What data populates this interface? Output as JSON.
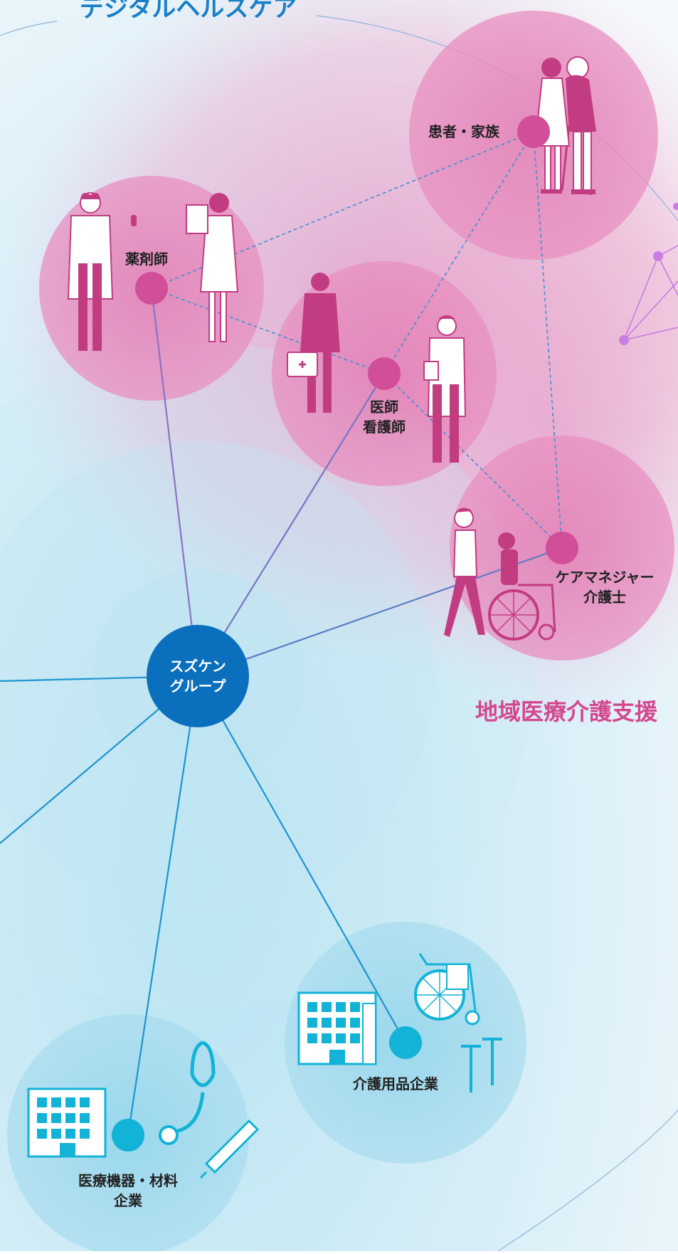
{
  "title": "デジタルヘルスケア",
  "section_label": "地域医療介護支援",
  "hub": {
    "line1": "スズケン",
    "line2": "グループ"
  },
  "nodes": {
    "patient": "患者・家族",
    "pharmacist": "薬剤師",
    "doctor_line1": "医師",
    "doctor_line2": "看護師",
    "caremanager_line1": "ケアマネジャー",
    "caremanager_line2": "介護士",
    "care_products": "介護用品企業",
    "medical_line1": "医療機器・材料",
    "medical_line2": "企業"
  },
  "colors": {
    "title": "#1a7fc6",
    "section": "#d4478e",
    "hub": "#0a6fbd",
    "pink_node": "#d04f98",
    "blue_node": "#12b3d6",
    "dashed_line": "#3f8fd3"
  }
}
